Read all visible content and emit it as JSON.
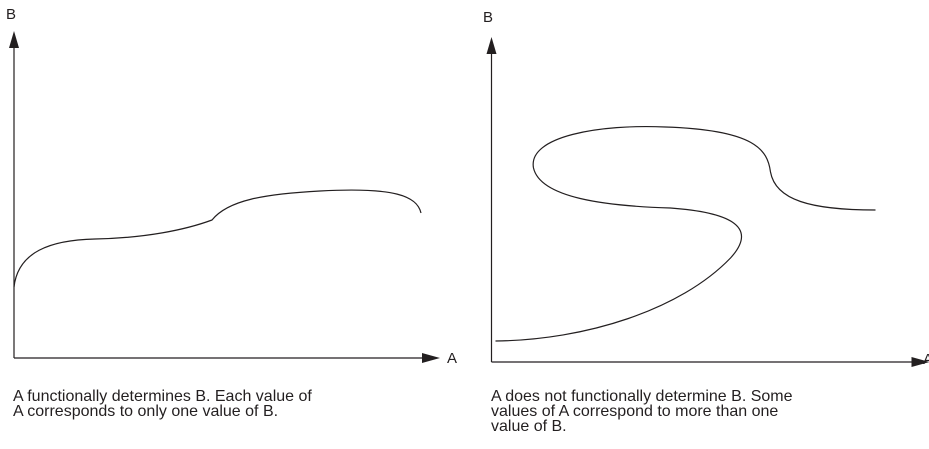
{
  "panels": [
    {
      "y_axis_label": "B",
      "x_axis_label": "A",
      "caption": "A functionally determines B. Each value of\nA corresponds to only one value of B."
    },
    {
      "y_axis_label": "B",
      "x_axis_label": "A",
      "caption": "A does not functionally determine B. Some\nvalues of A correspond to more than one\nvalue of B."
    }
  ],
  "colors": {
    "ink": "#231f20",
    "background": "#ffffff"
  }
}
